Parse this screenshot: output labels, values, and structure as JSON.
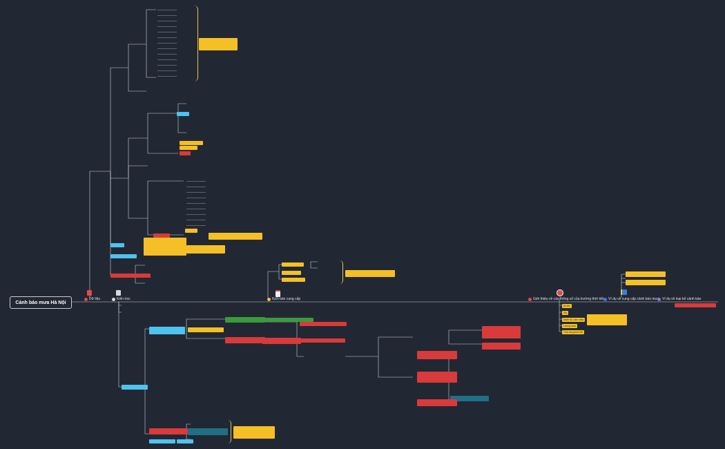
{
  "root": {
    "label": "Cảnh báo mưa Hà Nội"
  },
  "branches": [
    {
      "label": "Dữ liệu",
      "icon": "document-icon",
      "color": "#e04a4a"
    },
    {
      "label": "Kiến trúc",
      "icon": "blueprint-icon",
      "color": "#d9d9d9"
    },
    {
      "label": "Kịch bản cung cấp",
      "icon": "calendar-icon",
      "color": "#f0c040"
    },
    {
      "label": "Giới thiệu về các thông số của trường thời tiết",
      "icon": "target-icon",
      "color": "#e04a4a"
    },
    {
      "label": "Ví dụ về cung cấp cảnh báo mưa",
      "icon": "book-icon",
      "color": "#3d7bd9"
    },
    {
      "label": "Ví dụ về loại bỏ cảnh báo",
      "icon": "info-icon",
      "color": "#8a78e0"
    }
  ],
  "weather_params": [
    "Độ ẩm",
    "Gió",
    "Nhiệt độ, cảm nhận",
    "Lượng mưa",
    "Tình trạng thời tiết"
  ]
}
